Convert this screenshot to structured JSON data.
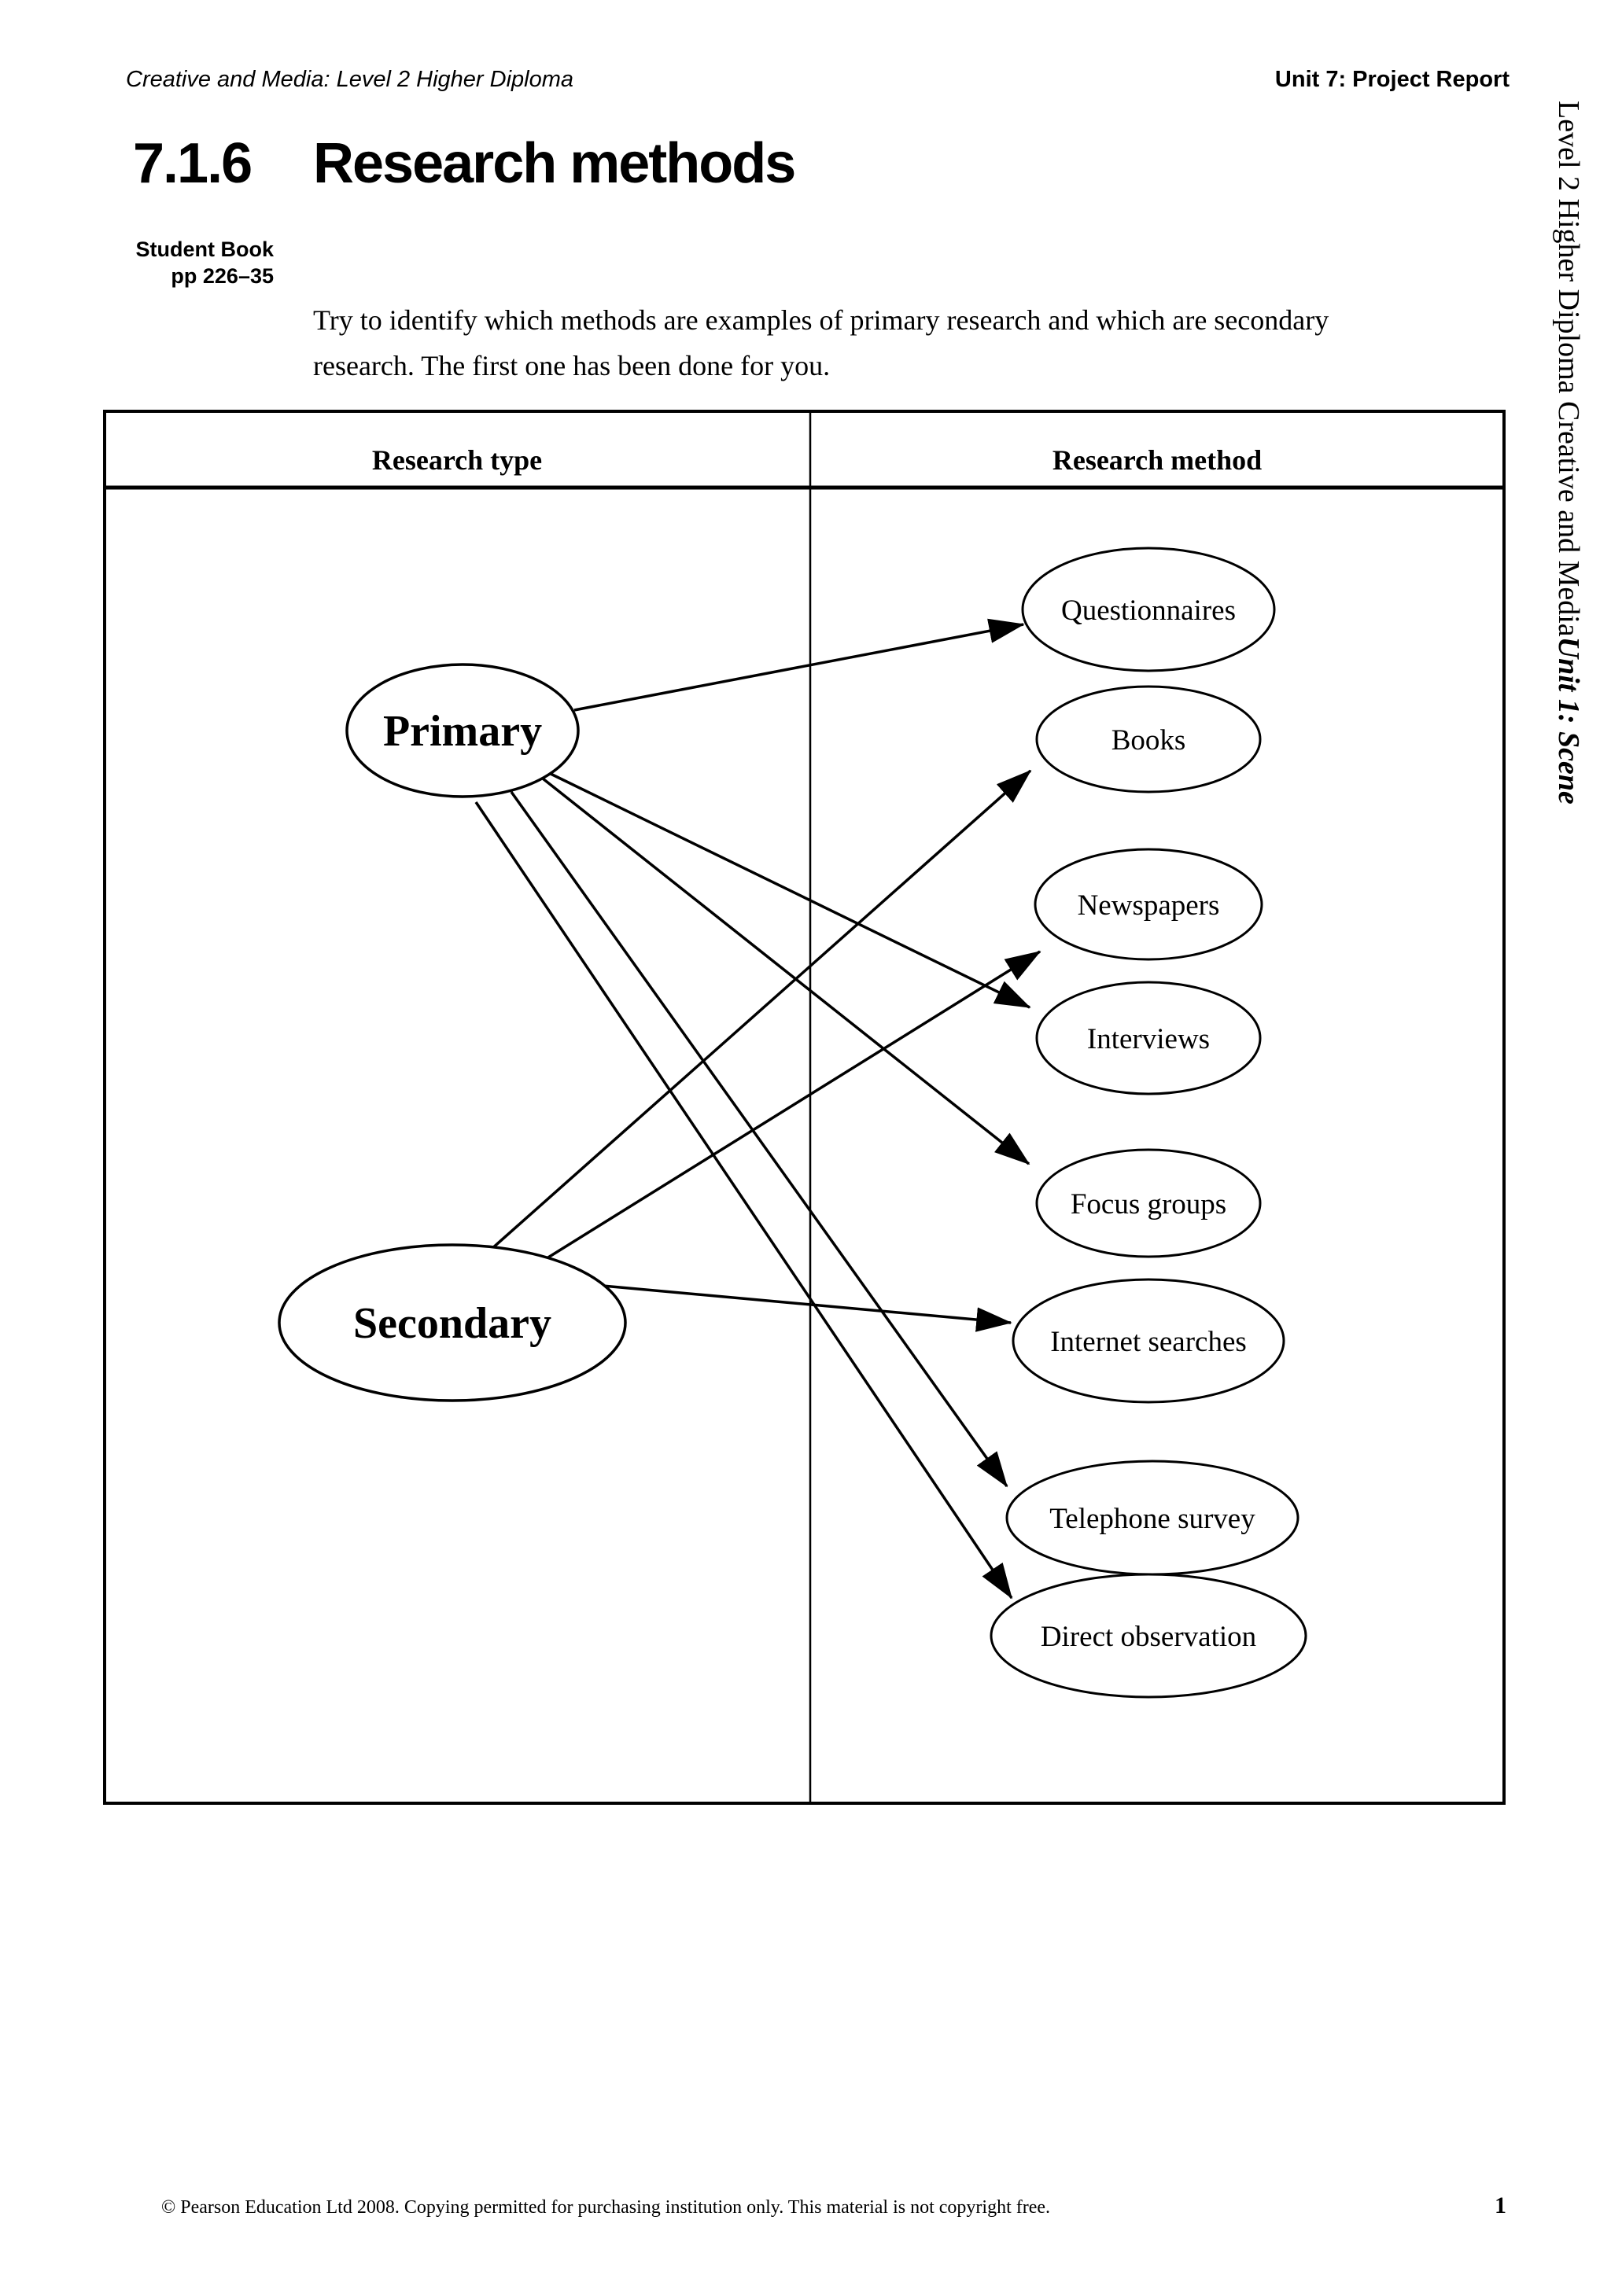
{
  "page": {
    "header_left": "Creative and Media: Level 2 Higher Diploma",
    "header_right": "Unit 7: Project Report",
    "title_number": "7.1.6",
    "title_text": "Research methods",
    "student_book_line1": "Student Book",
    "student_book_line2": "pp 226–35",
    "intro_line1": "Try to identify which methods are examples of primary research and which are secondary",
    "intro_line2": "research. The first one has been done for you.",
    "vertical_text": "Level 2 Higher Diploma Creative and Media",
    "vertical_text_unit": "Unit 1: Scene",
    "footer_text": "© Pearson Education Ltd 2008. Copying permitted for purchasing institution only. This material is not copyright free.",
    "page_number": "1"
  },
  "table": {
    "column1_header": "Research type",
    "column2_header": "Research method"
  },
  "diagram": {
    "research_types": [
      "Primary",
      "Secondary"
    ],
    "research_methods": [
      "Questionnaires",
      "Books",
      "Newspapers",
      "Interviews",
      "Focus groups",
      "Internet searches",
      "Telephone survey",
      "Direct observation"
    ],
    "connections": [
      {
        "from": "Primary",
        "to": "Questionnaires"
      },
      {
        "from": "Primary",
        "to": "Interviews"
      },
      {
        "from": "Primary",
        "to": "Focus groups"
      },
      {
        "from": "Primary",
        "to": "Telephone survey"
      },
      {
        "from": "Primary",
        "to": "Direct observation"
      },
      {
        "from": "Secondary",
        "to": "Books"
      },
      {
        "from": "Secondary",
        "to": "Newspapers"
      },
      {
        "from": "Secondary",
        "to": "Internet searches"
      }
    ]
  },
  "colors": {
    "ink": "#000000",
    "paper": "#ffffff"
  }
}
